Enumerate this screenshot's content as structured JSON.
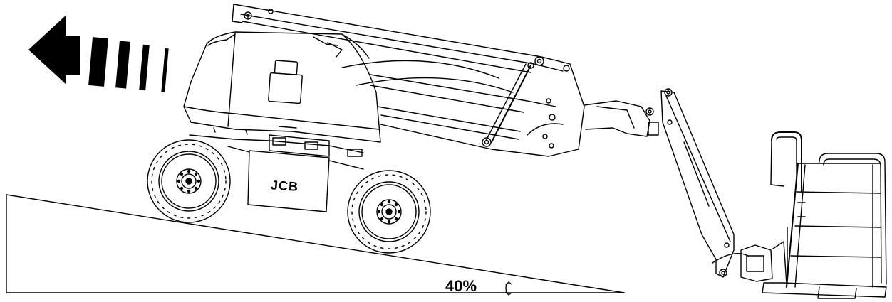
{
  "slope": {
    "grade_label": "40%",
    "grade_value_percent": 40
  },
  "machine": {
    "brand_label": "JCB"
  },
  "indicator": {
    "direction": "uphill-left",
    "icon": "left-arrow-icon"
  },
  "colors": {
    "line": "#000000",
    "background": "#ffffff"
  }
}
